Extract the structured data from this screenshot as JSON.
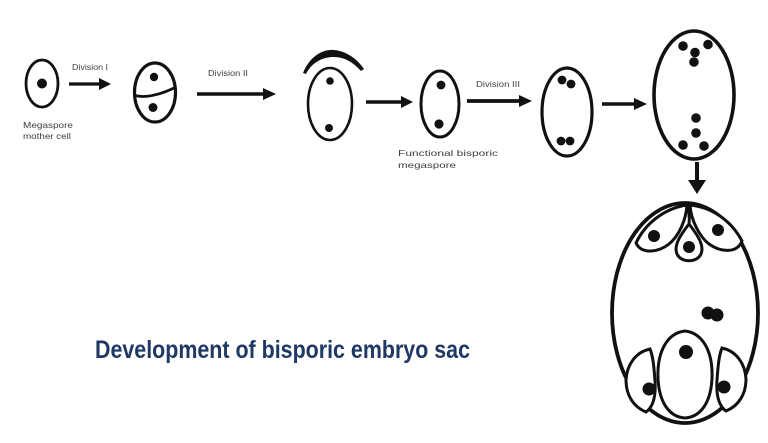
{
  "slide": {
    "title": "Development of bisporic embryo sac",
    "background": "#ffffff"
  },
  "colors": {
    "ink": "#111111",
    "label_text": "#3f3f3f",
    "title_text": "#1f3864"
  },
  "labels": {
    "division_1": "Division I",
    "division_2": "Division II",
    "division_3": "Division III",
    "megaspore_mother_cell_line1": "Megaspore",
    "megaspore_mother_cell_line2": "mother cell",
    "functional_bisporic_line1": "Functional bisporic",
    "functional_bisporic_line2": "megaspore"
  },
  "stages": [
    {
      "name": "megaspore-mother-cell",
      "nuclei": 1
    },
    {
      "name": "two-nucleate-after-division-1",
      "nuclei": 2
    },
    {
      "name": "after-division-2-with-degenerated-cap",
      "nuclei": 2
    },
    {
      "name": "functional-bisporic-megaspore",
      "nuclei": 2
    },
    {
      "name": "four-nucleate-after-division-3",
      "nuclei": 4
    },
    {
      "name": "eight-nucleate",
      "nuclei": 8
    },
    {
      "name": "mature-bisporic-embryo-sac",
      "nuclei": 8
    }
  ]
}
